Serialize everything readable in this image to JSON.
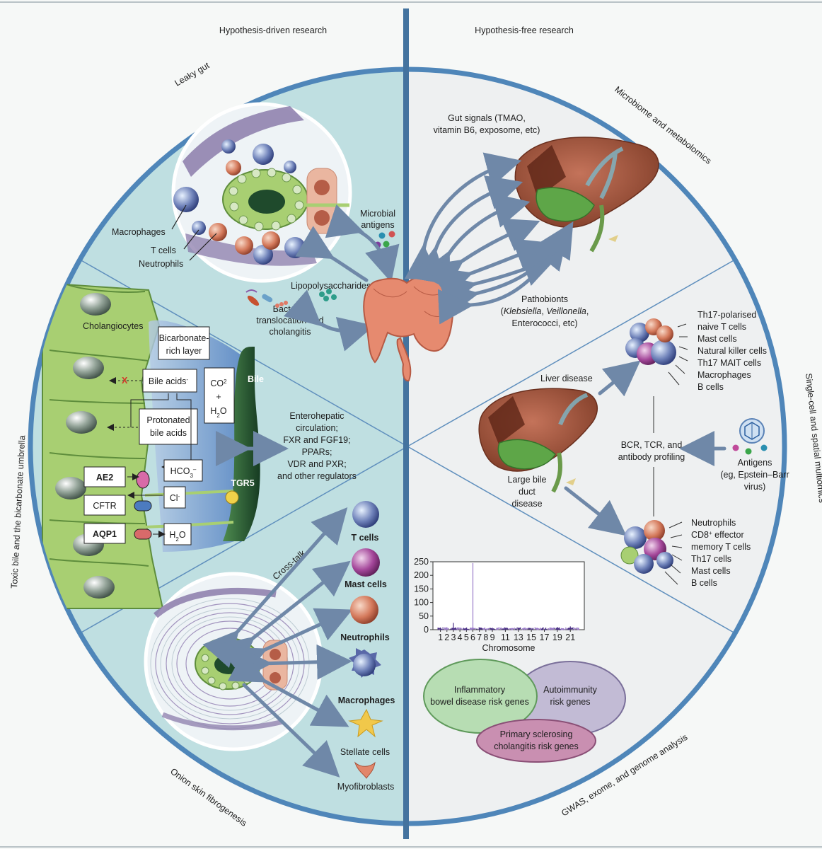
{
  "headers": {
    "left": "Hypothesis-driven research",
    "right": "Hypothesis-free research"
  },
  "sector_titles": {
    "leaky_gut": "Leaky gut",
    "microbiome": "Microbiome and metabolomics",
    "single_cell": "Single-cell and spatial multiomics",
    "gwas": "GWAS, exome, and genome analysis",
    "onion": "Onion skin fibrogenesis",
    "toxic_bile": "Toxic bile and the bicarbonate umbrella"
  },
  "leaky_gut": {
    "macrophages": "Macrophages",
    "t_cells": "T cells",
    "neutrophils": "Neutrophils",
    "microbial_antigens": [
      "Microbial",
      "antigens"
    ],
    "lipopolysaccharides": "Lipopolysaccharides",
    "bacterial": [
      "Bacterial",
      "translocation and",
      "cholangitis"
    ]
  },
  "microbiome": {
    "gut_signals": [
      "Gut signals (TMAO,",
      "vitamin B6, exposome, etc)"
    ],
    "pathobionts": "Pathobionts",
    "pathobionts_species": [
      "Klebsiella",
      "Veillonella"
    ],
    "pathobionts_rest": "Enterococci, etc)"
  },
  "toxic_bile": {
    "cholangiocytes": "Cholangiocytes",
    "bicarbonate_layer": [
      "Bicarbonate-",
      "rich layer"
    ],
    "bile_acids": "Bile acids",
    "protonated": [
      "Protonated",
      "bile acids"
    ],
    "co2_h2o": [
      "CO",
      "2",
      "+",
      "H",
      "2",
      "O"
    ],
    "bile": "Bile",
    "hco3": [
      "HCO",
      "3",
      "–"
    ],
    "cl": [
      "Cl",
      "-"
    ],
    "h2o": [
      "H",
      "2",
      "O"
    ],
    "ae2": "AE2",
    "cftr": "CFTR",
    "aqp1": "AQP1",
    "tgr5": "TGR5",
    "x_mark": "X"
  },
  "enterohepatic": [
    "Enterohepatic",
    "circulation;",
    "FXR and FGF19;",
    "PPARs;",
    "VDR and PXR;",
    "and other regulators"
  ],
  "single_cell": {
    "liver_disease": "Liver disease",
    "large_bile": [
      "Large bile",
      "duct",
      "disease"
    ],
    "upper_cells": [
      "Th17-polarised",
      "naive T cells",
      "Mast cells",
      "Natural killer cells",
      "Th17 MAIT cells",
      "Macrophages",
      "B cells"
    ],
    "profiling": [
      "BCR, TCR, and",
      "antibody profiling"
    ],
    "antigens": [
      "Antigens",
      "(eg, Epstein–Barr",
      "virus)"
    ],
    "lower_cells": [
      "Neutrophils",
      "CD8",
      "+",
      " effector",
      "memory T cells",
      "Th17 cells",
      "Mast cells",
      "B cells"
    ]
  },
  "onion": {
    "cross_talk": "Cross-talk",
    "cells": [
      "T cells",
      "Mast cells",
      "Neutrophils",
      "Macrophages",
      "Stellate cells",
      "Myofibroblasts"
    ]
  },
  "chart_data": {
    "type": "scatter",
    "xlabel": "Chromosome",
    "ylabel": "",
    "ylim": [
      0,
      250
    ],
    "yticks": [
      0,
      50,
      100,
      150,
      200,
      250
    ],
    "xtick_labels": [
      "1",
      "2",
      "3",
      "4",
      "5",
      "6",
      "7",
      "8",
      "9",
      "11",
      "13",
      "15",
      "17",
      "19",
      "21"
    ],
    "peaks": [
      {
        "chromosome": 1,
        "value": 8
      },
      {
        "chromosome": 2,
        "value": 10
      },
      {
        "chromosome": 3,
        "value": 25
      },
      {
        "chromosome": 4,
        "value": 6
      },
      {
        "chromosome": 5,
        "value": 8
      },
      {
        "chromosome": 6,
        "value": 245
      },
      {
        "chromosome": 7,
        "value": 6
      },
      {
        "chromosome": 9,
        "value": 7
      },
      {
        "chromosome": 11,
        "value": 6
      },
      {
        "chromosome": 13,
        "value": 5
      },
      {
        "chromosome": 16,
        "value": 6
      },
      {
        "chromosome": 18,
        "value": 8
      },
      {
        "chromosome": 19,
        "value": 10
      },
      {
        "chromosome": 21,
        "value": 12
      }
    ]
  },
  "venn": {
    "ibd": [
      "Inflammatory",
      "bowel disease risk genes"
    ],
    "auto": [
      "Autoimmunity",
      "risk genes"
    ],
    "psc": [
      "Primary sclerosing",
      "cholangitis risk genes"
    ]
  },
  "colors": {
    "left_fill": "#bfdfe1",
    "right_fill": "#eef0f1",
    "ring": "#4f86b9",
    "axis": "#44739f",
    "arrow": "#6f88a8",
    "cholangiocyte": "#a8cf72",
    "liver": "#a45a3c",
    "venn_ibd": "#b7ddb3",
    "venn_auto": "#c2bbd5",
    "venn_psc": "#c98fb1"
  }
}
